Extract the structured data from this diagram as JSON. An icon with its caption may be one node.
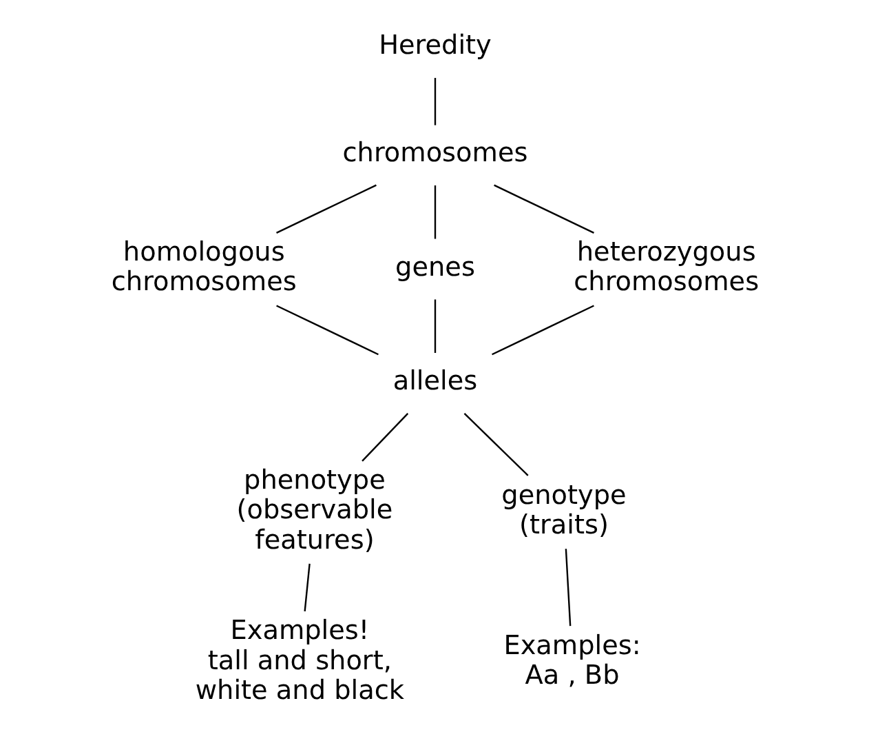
{
  "diagram": {
    "nodes": [
      {
        "text": [
          "Heredity"
        ]
      },
      {
        "text": [
          "chromosomes"
        ]
      },
      {
        "text": [
          "homologous chromosomes"
        ]
      },
      {
        "text": [
          "genes"
        ]
      },
      {
        "text": [
          "heterozygous chromosomes"
        ]
      },
      {
        "text": [
          "alleles"
        ]
      },
      {
        "text": [
          "phenotype",
          "(observable features)"
        ]
      },
      {
        "text": [
          "genotype",
          "(traits)"
        ]
      },
      {
        "text": [
          "Examples!",
          "tall and short, white and black"
        ]
      },
      {
        "text": [
          "Examples:",
          "Aa , Bb"
        ]
      }
    ],
    "edges": [
      {
        "from": 0,
        "to": 1,
        "arrow": "none"
      },
      {
        "from": 1,
        "to": 2,
        "arrow": "none"
      },
      {
        "from": 1,
        "to": 3,
        "arrow": "none"
      },
      {
        "from": 1,
        "to": 4,
        "arrow": "none"
      },
      {
        "from": 2,
        "to": 5,
        "arrow": "none"
      },
      {
        "from": 3,
        "to": 5,
        "arrow": "none"
      },
      {
        "from": 4,
        "to": 5,
        "arrow": "none"
      },
      {
        "from": 5,
        "to": 6,
        "arrow": "none"
      },
      {
        "from": 5,
        "to": 7,
        "arrow": "none"
      },
      {
        "from": 6,
        "to": 8,
        "arrow": "none"
      },
      {
        "from": 7,
        "to": 9,
        "arrow": "none"
      }
    ]
  }
}
